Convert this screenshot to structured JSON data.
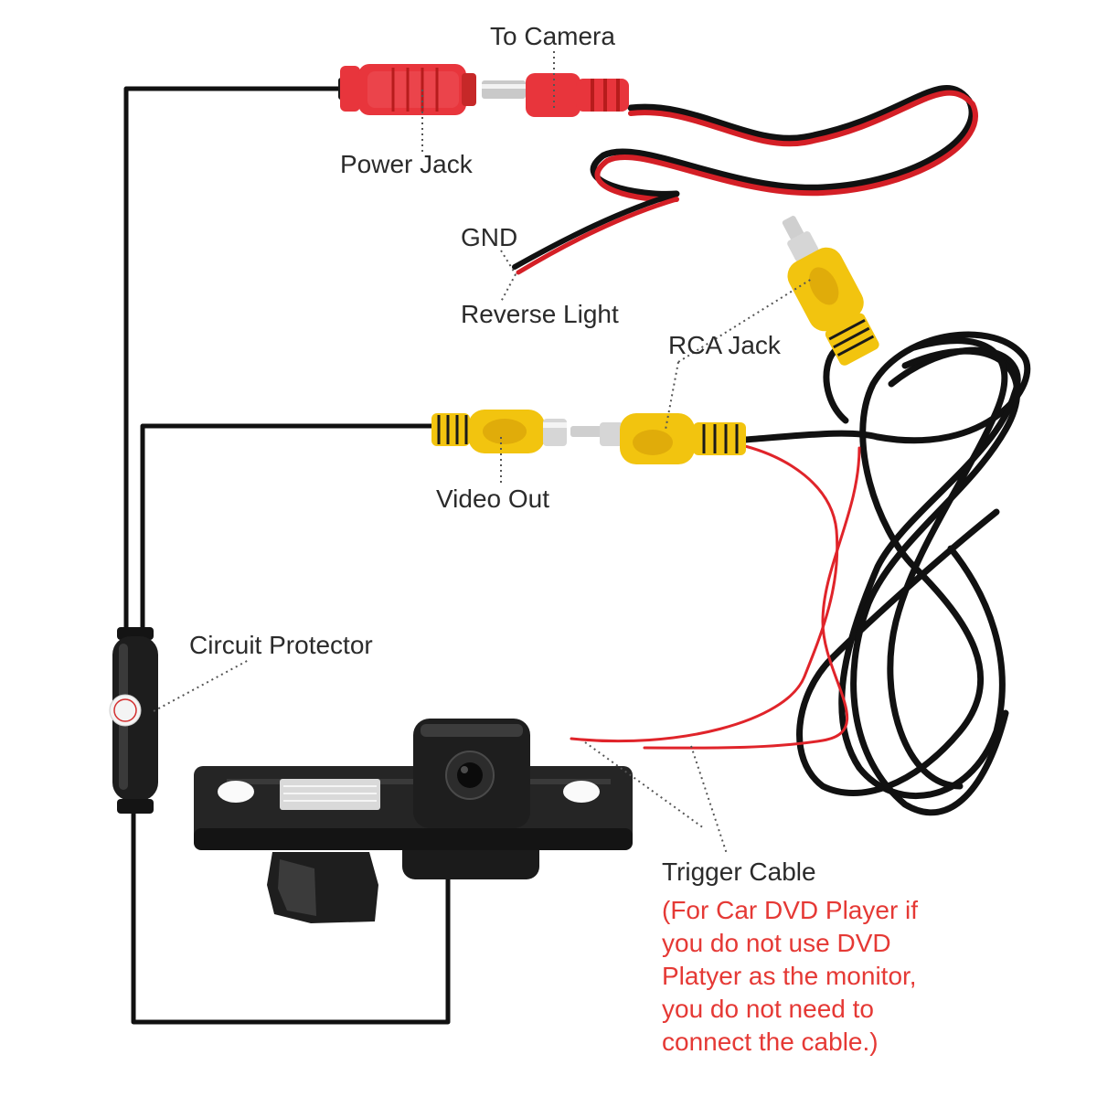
{
  "colors": {
    "wire": "#111111",
    "red_wire": "#e0242a",
    "red_plug": "#e8353c",
    "yellow_plug": "#f2c40f",
    "label_text": "#2b2b2b",
    "note_text": "#e53935",
    "leader": "#555555"
  },
  "labels": {
    "to_camera": "To Camera",
    "power_jack": "Power Jack",
    "gnd": "GND",
    "reverse_light": "Reverse Light",
    "rca_jack": "RCA Jack",
    "video_out": "Video Out",
    "circuit_protector": "Circuit Protector",
    "trigger_cable": "Trigger Cable"
  },
  "note_lines": [
    "(For Car DVD Player if",
    "you do not use DVD",
    "Platyer as the monitor,",
    "you do not need to",
    "connect the cable.)"
  ],
  "components": {
    "camera": "camera-icon",
    "power_jack": "power-jack-icon",
    "rca_jack": "rca-jack-icon",
    "fuse": "fuse-icon"
  }
}
